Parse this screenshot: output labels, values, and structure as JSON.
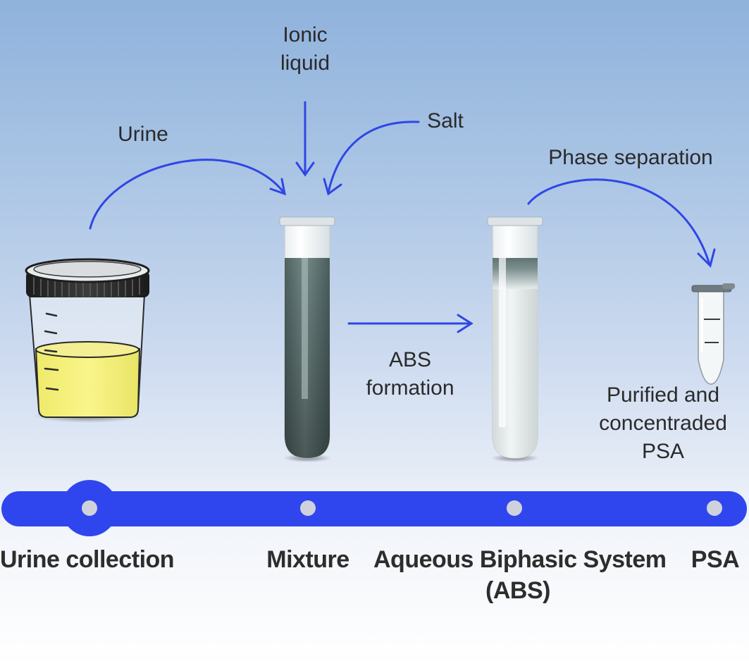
{
  "labels": {
    "ionic_liquid_line1": "Ionic",
    "ionic_liquid_line2": "liquid",
    "salt": "Salt",
    "urine": "Urine",
    "phase_separation": "Phase separation",
    "abs_formation_line1": "ABS",
    "abs_formation_line2": "formation",
    "purified_line1": "Purified and",
    "purified_line2": "concentraded",
    "purified_line3": "PSA"
  },
  "timeline": {
    "steps": [
      "Urine collection",
      "Mixture",
      "Aqueous Biphasic System",
      "(ABS)",
      "PSA"
    ]
  },
  "colors": {
    "arrow": "#2f46e6",
    "timeline": "#2f46ee",
    "urine": "#f6f27c",
    "mixture_liquid": "#5f7474",
    "node": "#cfd2dc"
  }
}
